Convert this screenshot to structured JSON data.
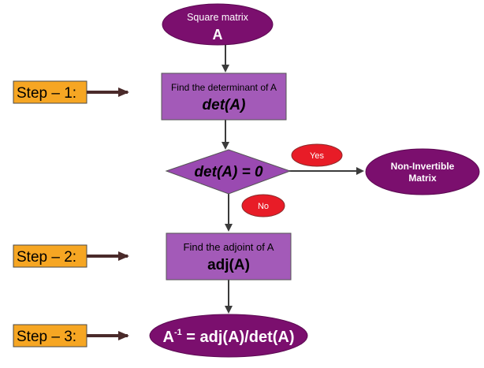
{
  "start": {
    "line1": "Square matrix",
    "line2": "A"
  },
  "step1": {
    "label": "Step – 1:",
    "line1": "Find the determinant of A",
    "line2": "det(A)"
  },
  "decision": {
    "label": "det(A) = 0",
    "yes": "Yes",
    "no": "No"
  },
  "non_invertible": {
    "line1": "Non-Invertible",
    "line2": "Matrix"
  },
  "step2": {
    "label": "Step – 2:",
    "line1": "Find the adjoint of A",
    "line2": "adj(A)"
  },
  "step3": {
    "label": "Step – 3:",
    "formula_base": "A",
    "formula_sup": "-1",
    "formula_rest": " = adj(A)/det(A)"
  },
  "colors": {
    "purple_ellipse": "#7b0f6e",
    "process_box": "#a35ab8",
    "decision": "#9a4ab1",
    "step_label_bg": "#f6a623",
    "red_badge": "#e81c27",
    "arrow": "#3b3b3b"
  }
}
